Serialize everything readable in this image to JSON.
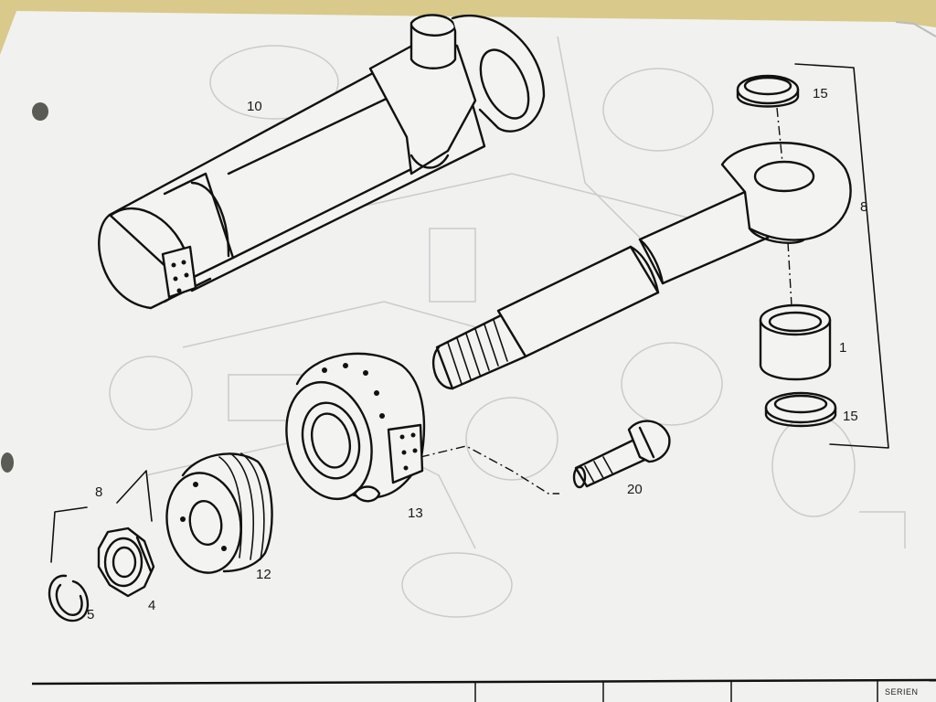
{
  "labels": {
    "p10": "10",
    "p15_top": "15",
    "p8_right": "8",
    "p1": "1",
    "p15_bottom": "15",
    "p20": "20",
    "p13": "13",
    "p8_left": "8",
    "p12": "12",
    "p5": "5",
    "p4": "4"
  },
  "footer": {
    "tag": "SERIEN"
  },
  "colors": {
    "paper": "#f1f1ef",
    "ink": "#111111",
    "ghost": "#c9cbcc",
    "background": "#d9c98a"
  }
}
